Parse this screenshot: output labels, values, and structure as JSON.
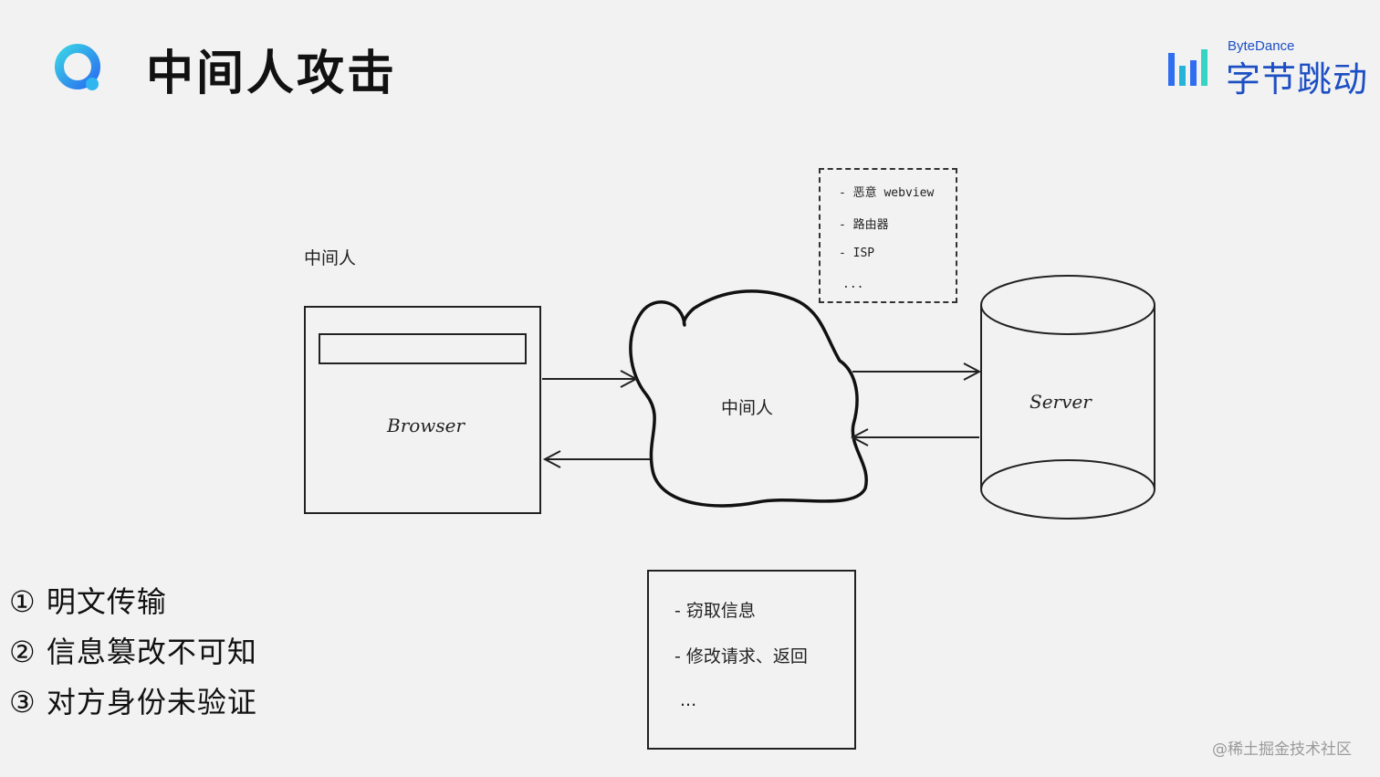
{
  "slide": {
    "title": "中间人攻击"
  },
  "brand": {
    "en": "ByteDance",
    "cn": "字节跳动",
    "color": "#1d4fc4"
  },
  "diagram": {
    "mitm_label": "中间人",
    "browser_label": "Browser",
    "cloud_label": "中间人",
    "server_label": "Server",
    "mitm_sources": [
      "- 恶意 webview",
      "- 路由器",
      "- ISP",
      "..."
    ],
    "effects": [
      "- 窃取信息",
      "- 修改请求、返回",
      "..."
    ]
  },
  "points": [
    "① 明文传输",
    "② 信息篡改不可知",
    "③ 对方身份未验证"
  ],
  "watermark": "@稀土掘金技术社区"
}
